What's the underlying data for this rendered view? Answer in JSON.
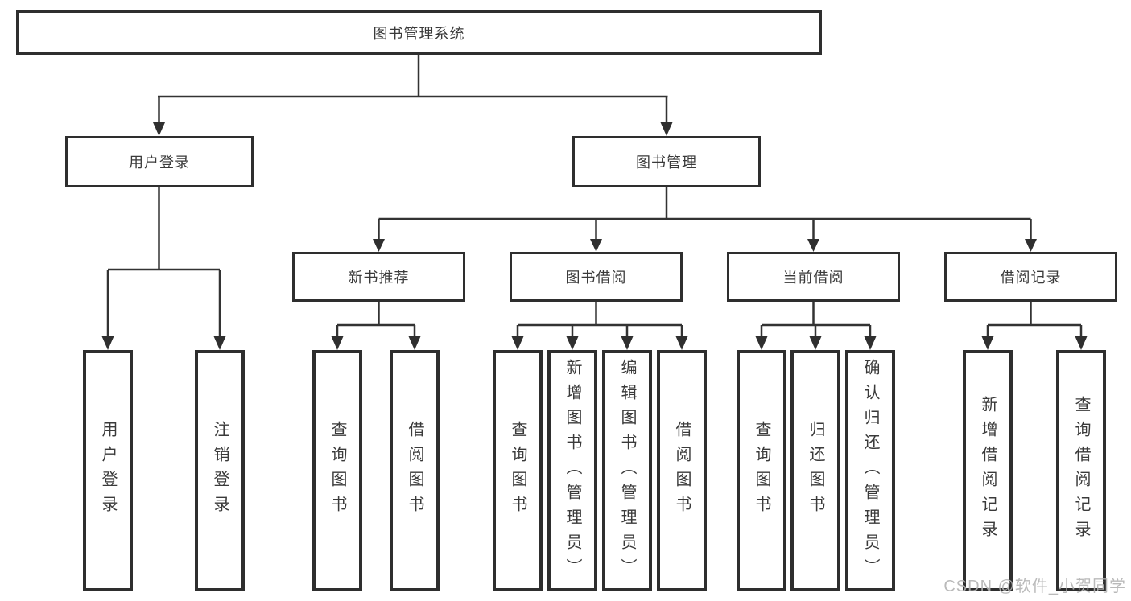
{
  "diagram": {
    "type": "hierarchy-tree",
    "root": {
      "label": "图书管理系统",
      "children": [
        {
          "label": "用户登录",
          "children": [
            {
              "label": "用户登录"
            },
            {
              "label": "注销登录"
            }
          ]
        },
        {
          "label": "图书管理",
          "children": [
            {
              "label": "新书推荐",
              "children": [
                {
                  "label": "查询图书"
                },
                {
                  "label": "借阅图书"
                }
              ]
            },
            {
              "label": "图书借阅",
              "children": [
                {
                  "label": "查询图书"
                },
                {
                  "label": "新增图书（管理员）"
                },
                {
                  "label": "编辑图书（管理员）"
                },
                {
                  "label": "借阅图书"
                }
              ]
            },
            {
              "label": "当前借阅",
              "children": [
                {
                  "label": "查询图书"
                },
                {
                  "label": "归还图书"
                },
                {
                  "label": "确认归还（管理员）"
                }
              ]
            },
            {
              "label": "借阅记录",
              "children": [
                {
                  "label": "新增借阅记录"
                },
                {
                  "label": "查询借阅记录"
                }
              ]
            }
          ]
        }
      ]
    },
    "colors": {
      "box_border": "#2e2e2e",
      "connector_line": "#333333",
      "text": "#3a3a3a",
      "background": "#ffffff",
      "watermark": "#b3b3b3"
    }
  },
  "watermark": {
    "text": "CSDN @软件_小贺同学"
  }
}
